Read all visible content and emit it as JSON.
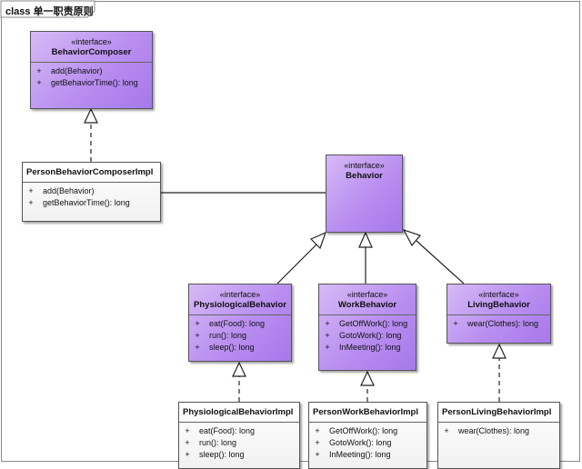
{
  "diagram": {
    "frame_label": "class 单一职责原则",
    "stereotype": "«interface»",
    "classes": {
      "behavior_composer": {
        "name": "BehaviorComposer",
        "ops": [
          {
            "vis": "+",
            "sig": "add(Behavior)"
          },
          {
            "vis": "+",
            "sig": "getBehaviorTime(): long"
          }
        ]
      },
      "person_behavior_composer_impl": {
        "name": "PersonBehaviorComposerImpl",
        "ops": [
          {
            "vis": "+",
            "sig": "add(Behavior)"
          },
          {
            "vis": "+",
            "sig": "getBehaviorTime(): long"
          }
        ]
      },
      "behavior": {
        "name": "Behavior"
      },
      "physiological_behavior": {
        "name": "PhysiologicalBehavior",
        "ops": [
          {
            "vis": "+",
            "sig": "eat(Food): long"
          },
          {
            "vis": "+",
            "sig": "run(): long"
          },
          {
            "vis": "+",
            "sig": "sleep(): long"
          }
        ]
      },
      "work_behavior": {
        "name": "WorkBehavior",
        "ops": [
          {
            "vis": "+",
            "sig": "GetOffWork(): long"
          },
          {
            "vis": "+",
            "sig": "GotoWork(): long"
          },
          {
            "vis": "+",
            "sig": "InMeeting(): long"
          }
        ]
      },
      "living_behavior": {
        "name": "LivingBehavior",
        "ops": [
          {
            "vis": "+",
            "sig": "wear(Clothes): long"
          }
        ]
      },
      "physiological_behavior_impl": {
        "name": "PhysiologicalBehaviorImpl",
        "ops": [
          {
            "vis": "+",
            "sig": "eat(Food): long"
          },
          {
            "vis": "+",
            "sig": "run(): long"
          },
          {
            "vis": "+",
            "sig": "sleep(): long"
          }
        ]
      },
      "person_work_behavior_impl": {
        "name": "PersonWorkBehaviorImpl",
        "ops": [
          {
            "vis": "+",
            "sig": "GetOffWork(): long"
          },
          {
            "vis": "+",
            "sig": "GotoWork(): long"
          },
          {
            "vis": "+",
            "sig": "InMeeting(): long"
          }
        ]
      },
      "person_living_behavior_impl": {
        "name": "PersonLivingBehaviorImpl",
        "ops": [
          {
            "vis": "+",
            "sig": "wear(Clothes): long"
          }
        ]
      }
    },
    "colors": {
      "interface_fill": "#b98ef0",
      "impl_fill": "#f4f4f4",
      "line": "#222222"
    }
  }
}
